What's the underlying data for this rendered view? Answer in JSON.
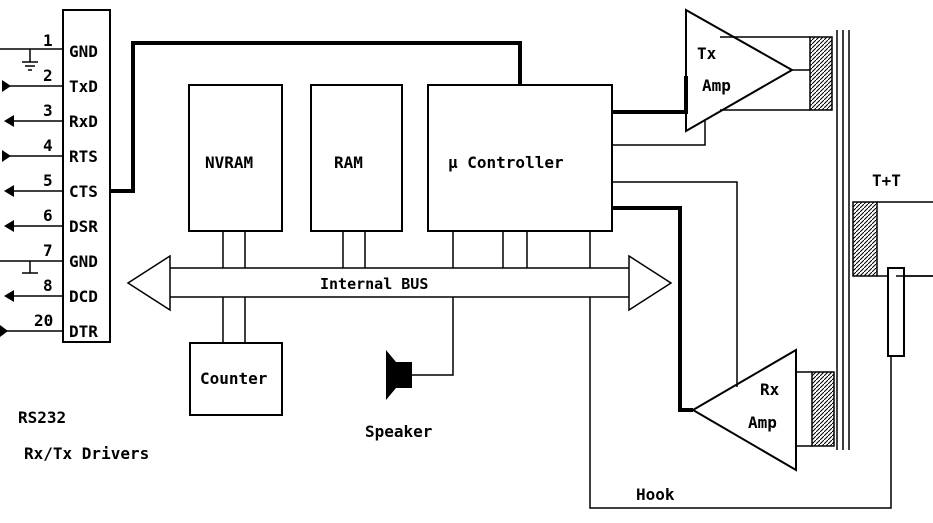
{
  "rs232": {
    "pins": [
      {
        "num": "1",
        "name": "GND"
      },
      {
        "num": "2",
        "name": "TxD"
      },
      {
        "num": "3",
        "name": "RxD"
      },
      {
        "num": "4",
        "name": "RTS"
      },
      {
        "num": "5",
        "name": "CTS"
      },
      {
        "num": "6",
        "name": "DSR"
      },
      {
        "num": "7",
        "name": "GND"
      },
      {
        "num": "8",
        "name": "DCD"
      },
      {
        "num": "20",
        "name": "DTR"
      }
    ],
    "caption_line1": "RS232",
    "caption_line2": "Rx/Tx Drivers"
  },
  "blocks": {
    "nvram": "NVRAM",
    "ram": "RAM",
    "controller": "µ Controller",
    "counter": "Counter"
  },
  "bus": {
    "label": "Internal BUS"
  },
  "speaker": {
    "label": "Speaker"
  },
  "tx_amp": {
    "line1": "Tx",
    "line2": "Amp"
  },
  "rx_amp": {
    "line1": "Rx",
    "line2": "Amp"
  },
  "line": {
    "tt_label": "T+T",
    "hook_label": "Hook"
  },
  "colors": {
    "ink": "#000000",
    "background": "#ffffff"
  }
}
